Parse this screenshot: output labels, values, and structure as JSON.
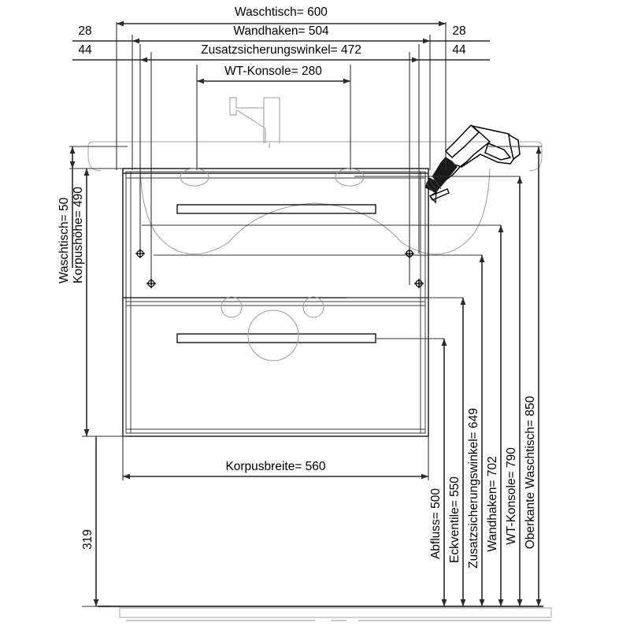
{
  "drawing": {
    "title": "Waschtisch Montagezeichnung",
    "units": "mm"
  },
  "horizontal_dimensions": [
    {
      "id": "waschtisch-breite",
      "label": "Waschtisch=",
      "value": "600",
      "text": "Waschtisch=  600"
    },
    {
      "id": "wandhaken-breite",
      "label": "Wandhaken=",
      "value": "504",
      "text": "Wandhaken=  504"
    },
    {
      "id": "zusatzsicherungswinkel-breite",
      "label": "Zusatzsicherungswinkel=",
      "value": "472",
      "text": "Zusatzsicherungswinkel=  472"
    },
    {
      "id": "wt-konsole-breite",
      "label": "WT-Konsole=",
      "value": "280",
      "text": "WT-Konsole= 280"
    },
    {
      "id": "korpusbreite",
      "label": "Korpusbreite=",
      "value": "560",
      "text": "Korpusbreite=  560"
    }
  ],
  "offsets": {
    "left_top": "28",
    "left_bottom": "44",
    "right_top": "28",
    "right_bottom": "44"
  },
  "vertical_dimensions_left": [
    {
      "id": "waschtisch-hoehe",
      "label": "Waschtisch=",
      "value": "50",
      "text": "Waschtisch=  50"
    },
    {
      "id": "korpushoehe",
      "label": "Korpushöhe=",
      "value": "490",
      "text": "Korpushöhe=  490"
    },
    {
      "id": "bodenabstand",
      "label": "",
      "value": "319",
      "text": "319"
    }
  ],
  "vertical_dimensions_right": [
    {
      "id": "abfluss",
      "label": "Abfluss=",
      "value": "500",
      "text": "Abfluss=  500"
    },
    {
      "id": "eckventile",
      "label": "Eckventile=",
      "value": "550",
      "text": "Eckventile=  550"
    },
    {
      "id": "zusatzsicherungswinkel-hoehe",
      "label": "Zusatzsicherungswinkel=",
      "value": "649",
      "text": "Zusatzsicherungswinkel=  649"
    },
    {
      "id": "wandhaken-hoehe",
      "label": "Wandhaken=",
      "value": "702",
      "text": "Wandhaken=  702"
    },
    {
      "id": "wt-konsole-hoehe",
      "label": "WT-Konsole=",
      "value": "790",
      "text": "WT-Konsole=  790"
    },
    {
      "id": "oberkante-waschtisch",
      "label": "Oberkante Waschtisch=",
      "value": "850",
      "text": "Oberkante Waschtisch=  850"
    }
  ],
  "graphics": {
    "faucet": "faucet-icon",
    "basin": "washbasin-outline",
    "cabinet": "vanity-cabinet",
    "drawer_upper": "upper-drawer-front",
    "drawer_lower": "lower-drawer-front",
    "glue_gun": "glue-gun-icon",
    "glue_gun_arrow": "arrow-left-icon",
    "floor": "floor-line",
    "mount_markers": "mounting-point-marker"
  },
  "colors": {
    "line": "#000000",
    "dimension": "#2a2a2a",
    "ghost": "#b4b4b4",
    "background": "#ffffff"
  }
}
